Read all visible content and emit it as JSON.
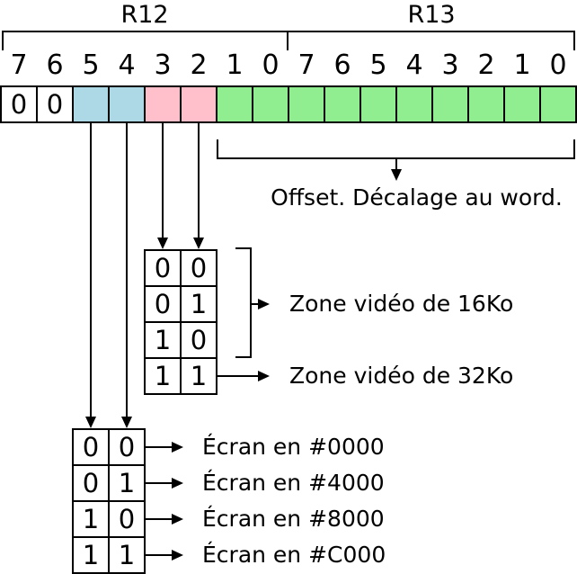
{
  "diagram": {
    "registers": [
      {
        "label": "R12"
      },
      {
        "label": "R13"
      }
    ],
    "bit_numbers": [
      "7",
      "6",
      "5",
      "4",
      "3",
      "2",
      "1",
      "0",
      "7",
      "6",
      "5",
      "4",
      "3",
      "2",
      "1",
      "0"
    ],
    "register_cells": [
      {
        "value": "0",
        "color": "white"
      },
      {
        "value": "0",
        "color": "white"
      },
      {
        "value": "",
        "color": "blue"
      },
      {
        "value": "",
        "color": "blue"
      },
      {
        "value": "",
        "color": "pink"
      },
      {
        "value": "",
        "color": "pink"
      },
      {
        "value": "",
        "color": "green"
      },
      {
        "value": "",
        "color": "green"
      },
      {
        "value": "",
        "color": "green"
      },
      {
        "value": "",
        "color": "green"
      },
      {
        "value": "",
        "color": "green"
      },
      {
        "value": "",
        "color": "green"
      },
      {
        "value": "",
        "color": "green"
      },
      {
        "value": "",
        "color": "green"
      },
      {
        "value": "",
        "color": "green"
      },
      {
        "value": "",
        "color": "green"
      }
    ],
    "colors": {
      "white": "#ffffff",
      "blue": "#ADD8E6",
      "pink": "#FFC0CB",
      "green": "#90EE90",
      "line": "#000000"
    },
    "offset_label": "Offset. Décalage au word.",
    "video_zone_table": {
      "rows": [
        [
          "0",
          "0"
        ],
        [
          "0",
          "1"
        ],
        [
          "1",
          "0"
        ],
        [
          "1",
          "1"
        ]
      ]
    },
    "video_zone_labels": {
      "zone16": "Zone vidéo de 16Ko",
      "zone32": "Zone vidéo de 32Ko"
    },
    "screen_table": {
      "rows": [
        [
          "0",
          "0"
        ],
        [
          "0",
          "1"
        ],
        [
          "1",
          "0"
        ],
        [
          "1",
          "1"
        ]
      ]
    },
    "screen_labels": [
      "Écran en #0000",
      "Écran en #4000",
      "Écran en #8000",
      "Écran en #C000"
    ]
  }
}
